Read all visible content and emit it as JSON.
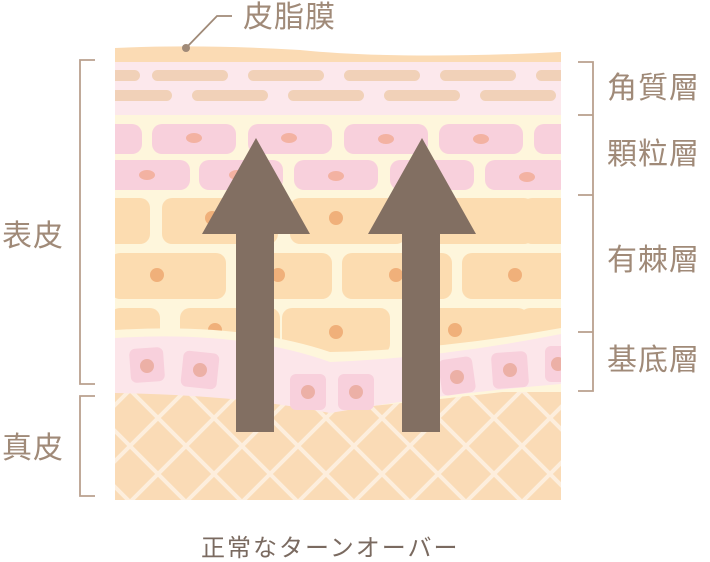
{
  "diagram": {
    "title": "正常なターンオーバー",
    "sebum_label": "皮脂膜",
    "left_labels": {
      "epidermis": "表皮",
      "dermis": "真皮"
    },
    "right_labels": {
      "stratum_corneum": "角質層",
      "stratum_granulosum": "顆粒層",
      "stratum_spinosum": "有棘層",
      "stratum_basale": "基底層"
    },
    "arrows": {
      "count": 2,
      "direction": "up",
      "color": "#826f62"
    },
    "colors": {
      "sebum": "#fbdbb4",
      "corneum_bg": "#fce8ec",
      "corneum_cells": "#f1d1b8",
      "granular_bg": "#fef6dc",
      "granular_cells": "#f8d0dc",
      "granular_nucleus": "#f3b2a2",
      "spinous_cells": "#fcdcb0",
      "spinous_nucleus": "#f0b07a",
      "basal_bg": "#fce6ea",
      "basal_cells": "#f8d0dc",
      "basal_nucleus": "#ecb0a6",
      "dermis": "#fadbb6",
      "dermis_lines": "#fdeedd",
      "label_text": "#a08a78",
      "bracket": "#b9a08e"
    }
  }
}
